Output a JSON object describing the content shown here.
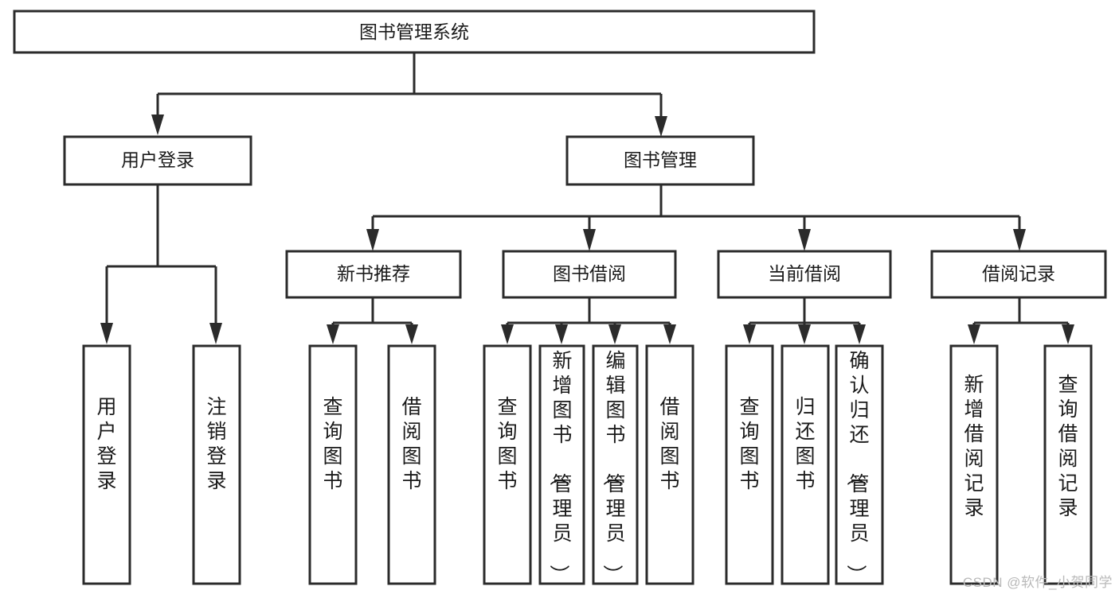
{
  "diagram": {
    "type": "tree-hierarchy-diagram",
    "title": "图书管理系统",
    "watermark": "CSDN @软件_小贺同学",
    "colors": {
      "box_stroke": "#2b2b2b",
      "box_fill": "#ffffff",
      "text": "#1a1a1a",
      "background": "#ffffff",
      "watermark": "#b9b9b9"
    },
    "levels": {
      "root": {
        "label": "图书管理系统"
      },
      "level2": [
        {
          "label": "用户登录"
        },
        {
          "label": "图书管理"
        }
      ],
      "level3": [
        {
          "label": "新书推荐"
        },
        {
          "label": "图书借阅"
        },
        {
          "label": "当前借阅"
        },
        {
          "label": "借阅记录"
        }
      ],
      "leaves": {
        "user_login": [
          {
            "label": "用户登录"
          },
          {
            "label": "注销登录"
          }
        ],
        "new_book_recommend": [
          {
            "label": "查询图书"
          },
          {
            "label": "借阅图书"
          }
        ],
        "book_borrow": [
          {
            "label": "查询图书"
          },
          {
            "label": "新增图书（管理员）"
          },
          {
            "label": "编辑图书（管理员）"
          },
          {
            "label": "借阅图书"
          }
        ],
        "current_borrow": [
          {
            "label": "查询图书"
          },
          {
            "label": "归还图书"
          },
          {
            "label": "确认归还（管理员）"
          }
        ],
        "borrow_record": [
          {
            "label": "新增借阅记录"
          },
          {
            "label": "查询借阅记录"
          }
        ]
      }
    }
  }
}
